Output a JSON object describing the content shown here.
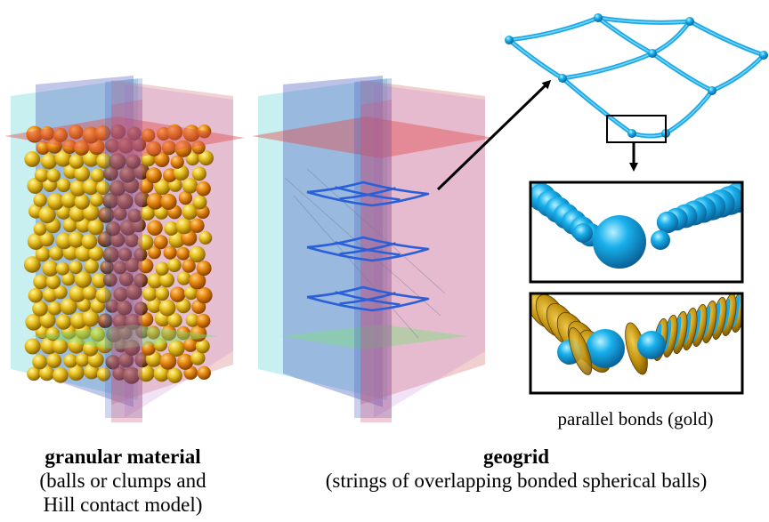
{
  "captions": {
    "granular_title": "granular material",
    "granular_line1": "(balls or clumps and",
    "granular_line2": "Hill contact model)",
    "geogrid_title": "geogrid",
    "geogrid_sub": "(strings of overlapping bonded spherical balls)",
    "bonds_label": "parallel bonds (gold)"
  },
  "colors": {
    "plane_cyan": "#62d4d4",
    "plane_pink": "#d2557a",
    "plane_red": "#e05050",
    "plane_blue": "#4d5fc0",
    "plane_green": "#7fe07f",
    "plane_magenta": "#c070d0",
    "ball_yellow": "#e8c020",
    "ball_orange": "#e88a10",
    "ball_brown": "#a0603a",
    "geogrid_blue": "#2a5fd8",
    "geogrid_cyan": "#1aa8e8",
    "bond_gold": "#c89a10"
  }
}
